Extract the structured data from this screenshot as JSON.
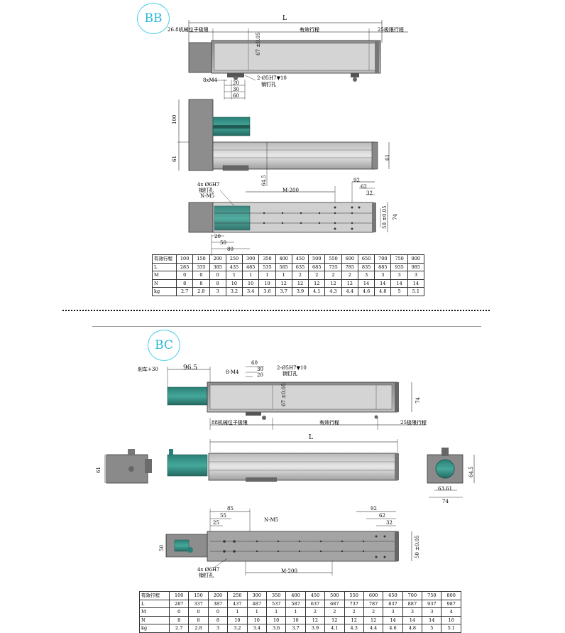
{
  "badges": {
    "bb": "BB",
    "bc": "BC"
  },
  "bb": {
    "top_view": {
      "dim_L": "L",
      "mech_limit": "26.8机械位子极限",
      "effective_stroke": "有效行程",
      "limit_travel": "25极限行程",
      "m4": "8xM4",
      "pin_hole": "2-Ø5H7▼10",
      "pin_label": "销钉孔",
      "dim_20": "20",
      "dim_30": "30",
      "dim_60": "60",
      "width_note": "67 ±0.05"
    },
    "side_view": {
      "dim_100": "100",
      "dim_61_left": "61",
      "dim_61_right": "61",
      "dim_64_5": "64.5"
    },
    "bottom_view": {
      "pin_hole": "4x Ø6H7",
      "pin_label": "销钉孔",
      "m5": "N-M5",
      "m200": "M-200",
      "dim_92": "92",
      "dim_62": "62",
      "dim_32": "32",
      "dim_20": "20",
      "dim_50": "50",
      "dim_80": "80",
      "dim_74": "74",
      "dim_50_tol": "50 ±0.05"
    },
    "table": {
      "rows": [
        [
          "有效行程",
          "100",
          "150",
          "200",
          "250",
          "300",
          "350",
          "400",
          "450",
          "500",
          "550",
          "600",
          "650",
          "700",
          "750",
          "800"
        ],
        [
          "L",
          "285",
          "335",
          "385",
          "435",
          "485",
          "535",
          "585",
          "635",
          "685",
          "735",
          "785",
          "835",
          "885",
          "935",
          "985"
        ],
        [
          "M",
          "0",
          "0",
          "0",
          "1",
          "1",
          "1",
          "1",
          "2",
          "2",
          "2",
          "2",
          "3",
          "3",
          "3",
          "3"
        ],
        [
          "N",
          "8",
          "8",
          "8",
          "10",
          "10",
          "10",
          "12",
          "12",
          "12",
          "12",
          "12",
          "14",
          "14",
          "14",
          "14"
        ],
        [
          "kg",
          "2.7",
          "2.8",
          "3",
          "3.2",
          "3.4",
          "3.6",
          "3.7",
          "3.9",
          "4.1",
          "4.3",
          "4.4",
          "4.6",
          "4.8",
          "5",
          "5.1"
        ]
      ]
    }
  },
  "bc": {
    "top_view": {
      "brake": "刹车+30",
      "dim_96_5": "96.5",
      "m4": "8-M4",
      "dim_60": "60",
      "dim_30": "30",
      "dim_20": "20",
      "pin_hole": "2-Ø5H7▼10",
      "pin_label": "销钉孔",
      "width_note": "67 ±0.05",
      "dim_74": "74",
      "mech_limit": "88机械位子极限",
      "effective_stroke": "有效行程",
      "limit_travel": "25极限行程"
    },
    "side_view": {
      "dim_L": "L",
      "dim_61": "61",
      "dim_64_5": "64.5",
      "dim_63_61": "63.61",
      "dim_74": "74"
    },
    "bottom_view": {
      "dim_85": "85",
      "dim_55": "55",
      "dim_25": "25",
      "m5": "N-M5",
      "dim_92": "92",
      "dim_62": "62",
      "dim_32": "32",
      "dim_50": "50",
      "dim_50_tol": "50 ±0.05",
      "pin_hole": "4x Ø6H7",
      "pin_label": "销钉孔",
      "m200": "M-200"
    },
    "table": {
      "rows": [
        [
          "有效行程",
          "100",
          "150",
          "200",
          "250",
          "300",
          "350",
          "400",
          "450",
          "500",
          "550",
          "600",
          "650",
          "700",
          "750",
          "800"
        ],
        [
          "L",
          "287",
          "337",
          "387",
          "437",
          "487",
          "537",
          "587",
          "637",
          "687",
          "737",
          "787",
          "837",
          "887",
          "937",
          "987"
        ],
        [
          "M",
          "0",
          "0",
          "0",
          "1",
          "1",
          "1",
          "1",
          "2",
          "2",
          "2",
          "2",
          "3",
          "3",
          "3",
          "4"
        ],
        [
          "N",
          "8",
          "8",
          "8",
          "10",
          "10",
          "10",
          "10",
          "12",
          "12",
          "12",
          "12",
          "14",
          "14",
          "14",
          "16"
        ],
        [
          "kg",
          "2.7",
          "2.8",
          "3",
          "3.2",
          "3.4",
          "3.6",
          "3.7",
          "3.9",
          "4.1",
          "4.3",
          "4.4",
          "4.6",
          "4.8",
          "5",
          "5.1"
        ]
      ]
    }
  },
  "colors": {
    "teal": "#2e8b80",
    "body_gray": "#9a9a9a",
    "dark": "#4a4a4a",
    "badge": "#29b8d8"
  }
}
